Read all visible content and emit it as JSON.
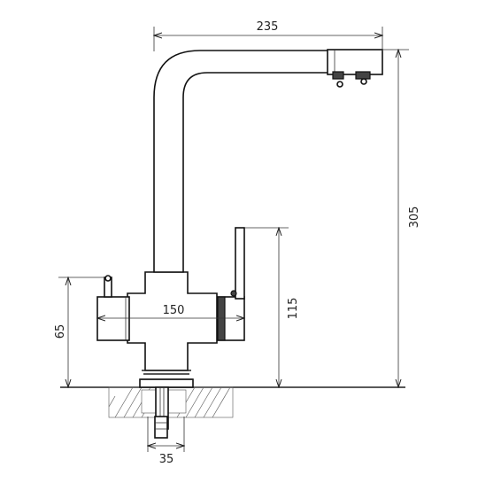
{
  "drawing": {
    "subject": "faucet-technical-drawing",
    "colors": {
      "line": "#222222",
      "background": "#ffffff"
    },
    "dimensions": {
      "spout_reach": "235",
      "total_height": "305",
      "body_width": "150",
      "lever_height": "115",
      "left_tap_height": "65",
      "mount_diameter": "35"
    }
  }
}
